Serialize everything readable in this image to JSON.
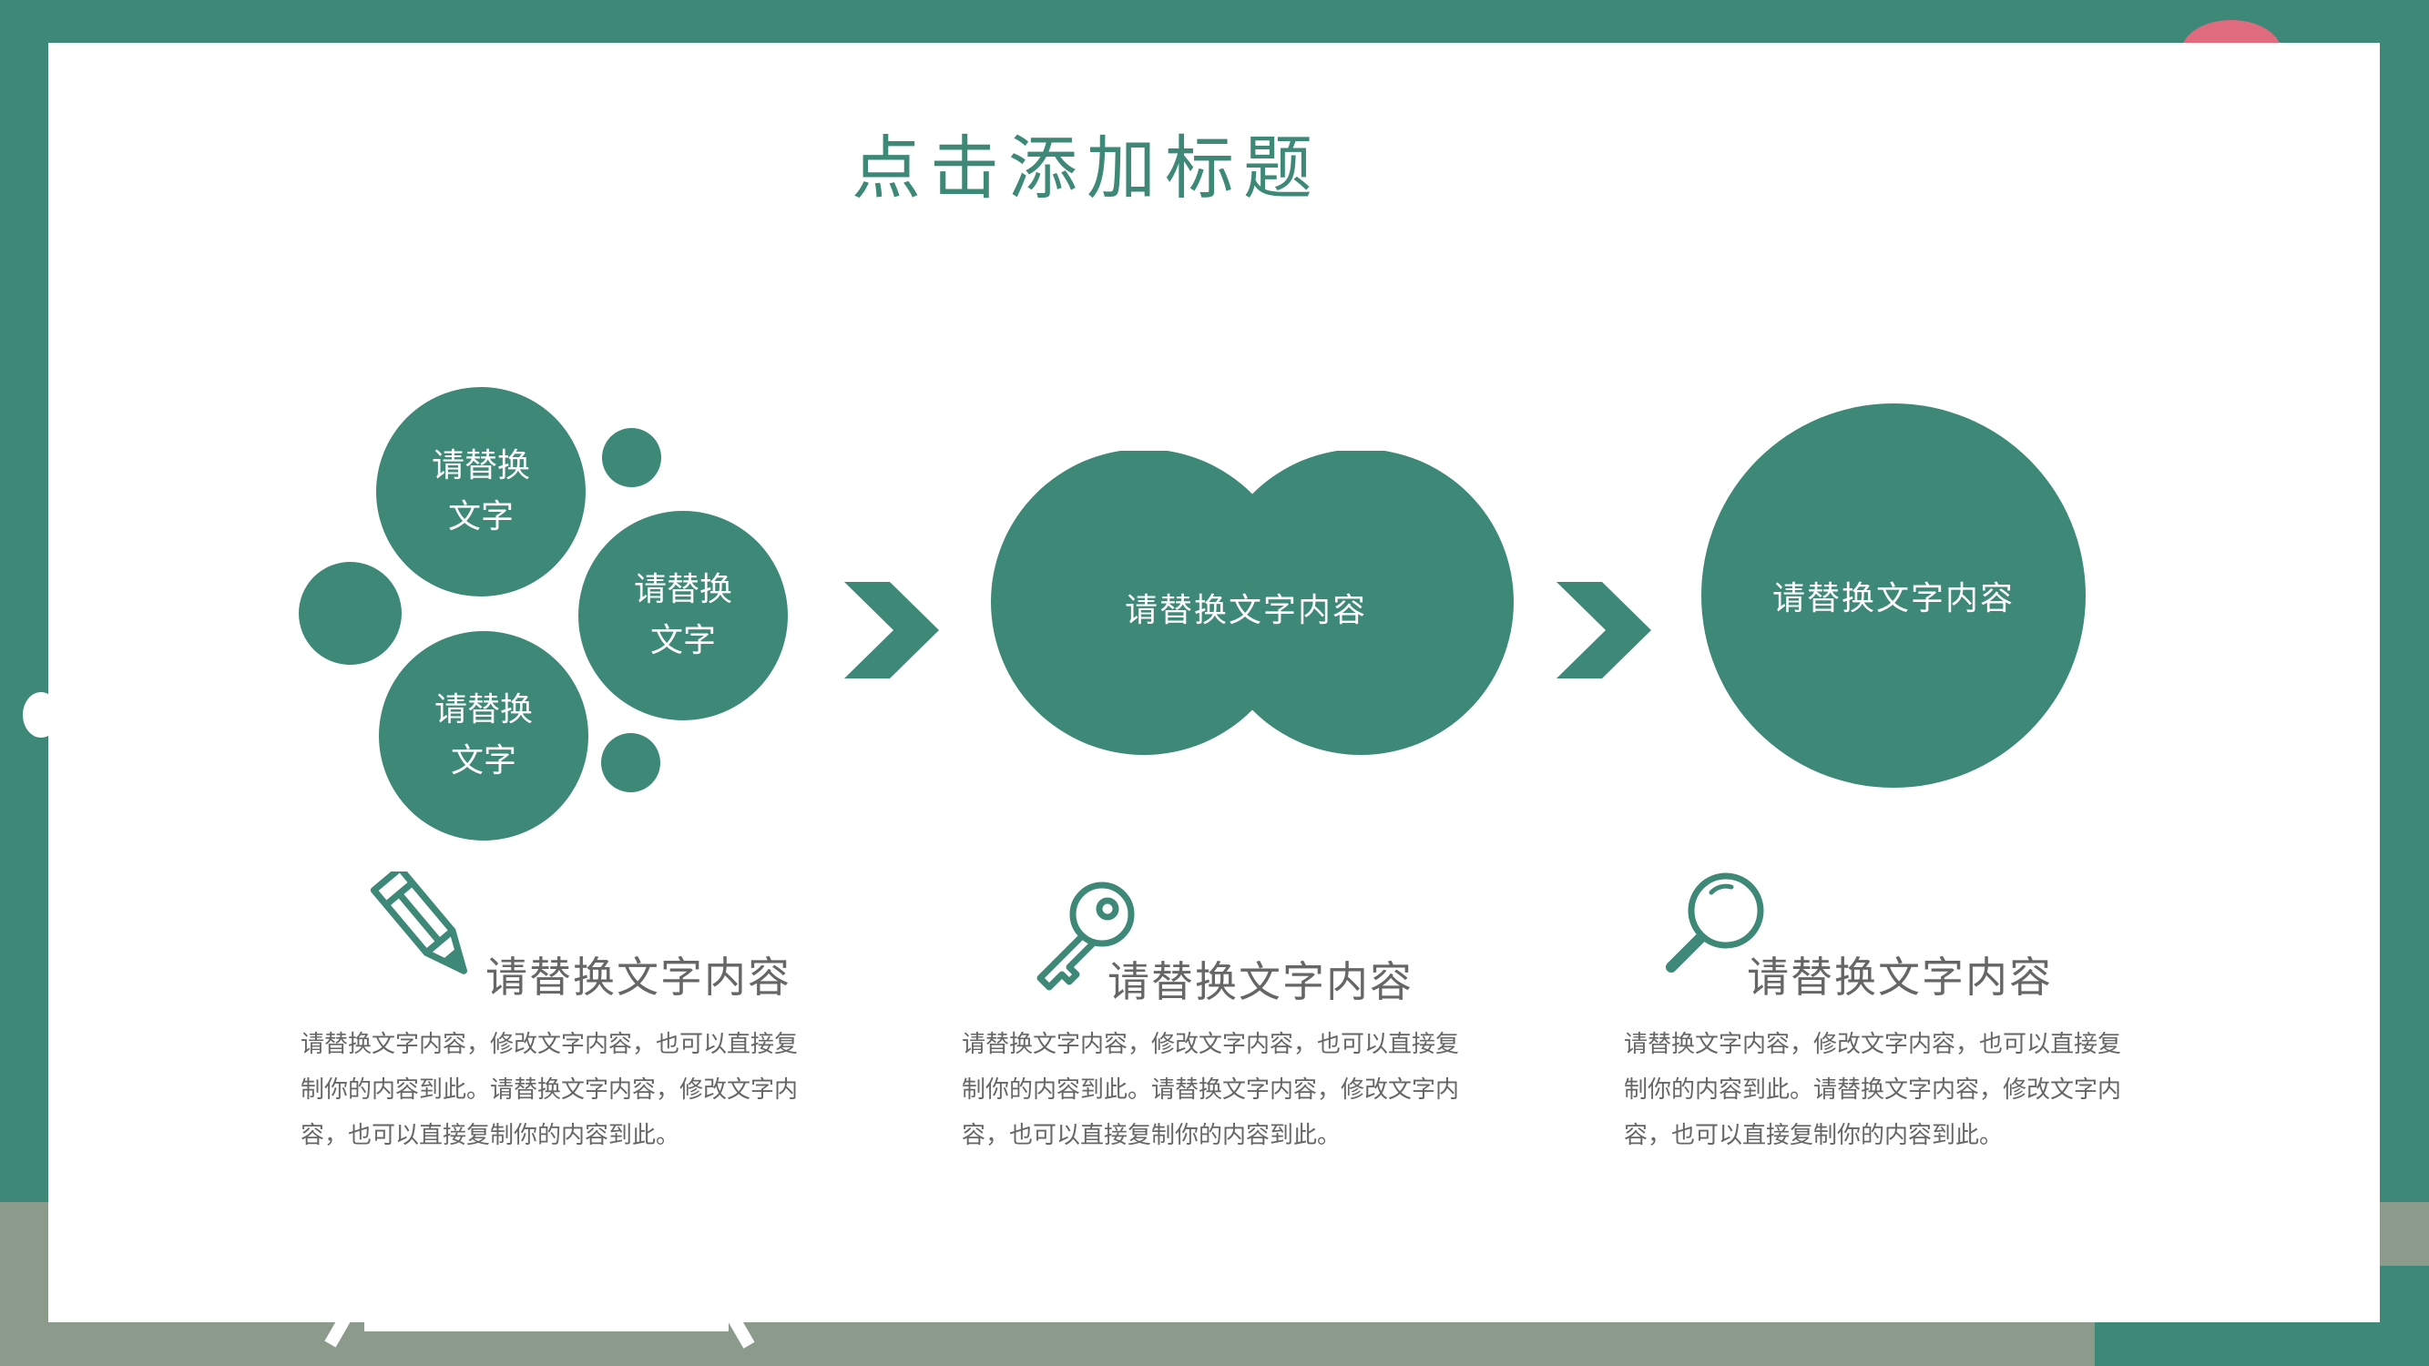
{
  "slide": {
    "title": "点击添加标题",
    "step1": {
      "circle_a": "请替换文字",
      "circle_b": "请替换文字",
      "circle_c": "请替换文字"
    },
    "step2": {
      "label": "请替换文字内容"
    },
    "step3": {
      "label": "请替换文字内容"
    },
    "columns": [
      {
        "icon": "pencil-icon",
        "heading": "请替换文字内容",
        "body": "请替换文字内容，修改文字内容，也可以直接复制你的内容到此。请替换文字内容，修改文字内容，也可以直接复制你的内容到此。"
      },
      {
        "icon": "key-icon",
        "heading": "请替换文字内容",
        "body": "请替换文字内容，修改文字内容，也可以直接复制你的内容到此。请替换文字内容，修改文字内容，也可以直接复制你的内容到此。"
      },
      {
        "icon": "magnifier-icon",
        "heading": "请替换文字内容",
        "body": "请替换文字内容，修改文字内容，也可以直接复制你的内容到此。请替换文字内容，修改文字内容，也可以直接复制你的内容到此。"
      }
    ]
  },
  "colors": {
    "accent": "#3e8878",
    "text_gray": "#666666",
    "background_band": "#8c9a8b",
    "pink": "#e06a7e"
  }
}
